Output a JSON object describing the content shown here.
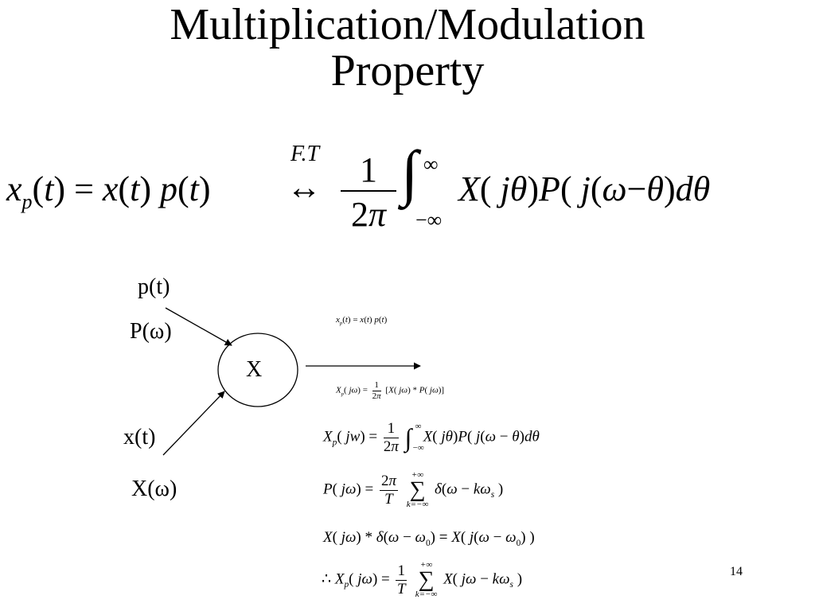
{
  "title": {
    "line1": "Multiplication/Modulation",
    "line2": "Property"
  },
  "main_equation": {
    "lhs": "x_p(t) = x(t) p(t)",
    "arrow_label": "F.T",
    "rhs": "(1/2π) ∫_{-∞}^{∞} X(jθ)P(j(ω−θ)dθ"
  },
  "diagram": {
    "node_label": "X",
    "input_top_time": "p(t)",
    "input_top_freq": "P(ω)",
    "input_bottom_time": "x(t)",
    "input_bottom_freq": "X(ω)"
  },
  "equations": [
    "x_p(t) = x(t) p(t)",
    "X_p(jω) = (1/2π)[X(jω) * P(jω)]",
    "X_p(jw) = (1/2π) ∫_{-∞}^{∞} X(jθ)P(j(ω−θ)dθ",
    "P(jω) = (2π/T) Σ_{k=−∞}^{+∞} δ(ω − kω_s)",
    "X(jω) * δ(ω − ω_0) = X(j(ω − ω_0))",
    "∴ X_p(jω) = (1/T) Σ_{k=−∞}^{+∞} X(jω − kω_s)"
  ],
  "page_number": "14"
}
